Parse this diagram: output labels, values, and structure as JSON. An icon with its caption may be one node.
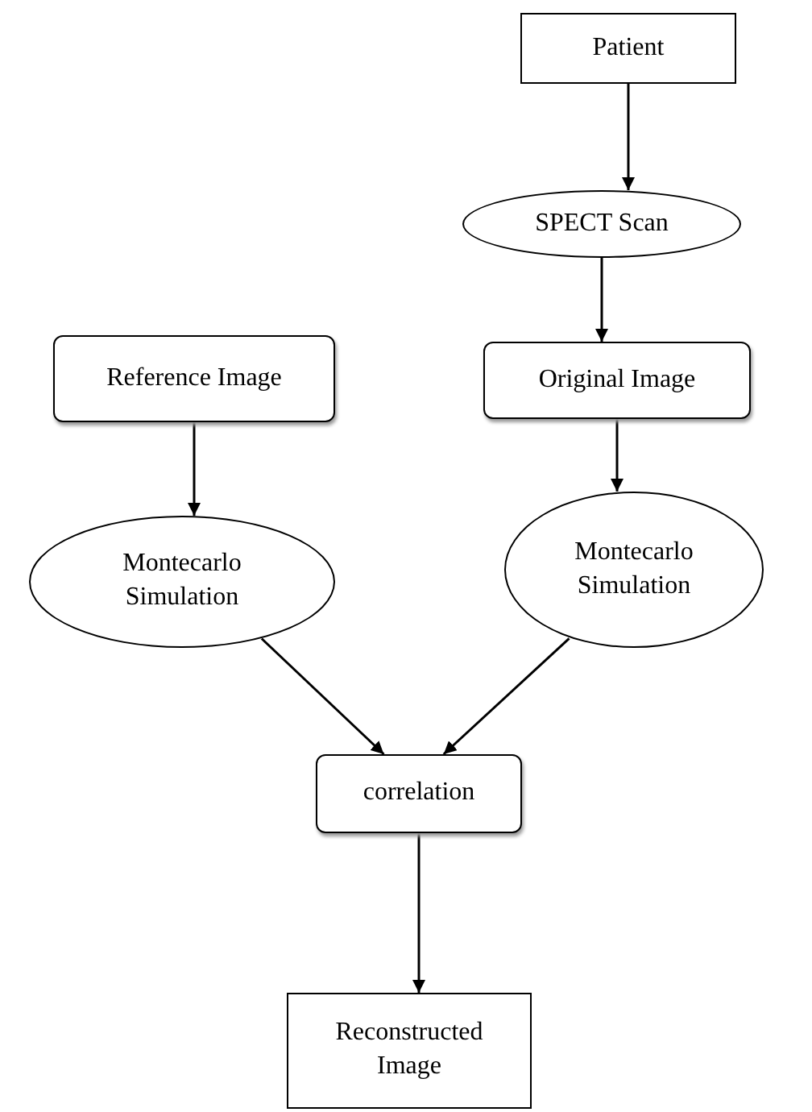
{
  "diagram": {
    "nodes": [
      {
        "text": [
          "Patient"
        ]
      },
      {
        "text": [
          "SPECT Scan"
        ]
      },
      {
        "text": [
          "Reference Image"
        ]
      },
      {
        "text": [
          "Original Image"
        ]
      },
      {
        "text": [
          "Montecarlo Simulation"
        ]
      },
      {
        "text": [
          "Montecarlo Simulation"
        ]
      },
      {
        "text": [
          "correlation"
        ]
      },
      {
        "text": [
          "Reconstructed Image"
        ]
      }
    ],
    "edges": [
      {
        "from": 0,
        "to": 1,
        "arrow": "to"
      },
      {
        "from": 1,
        "to": 3,
        "arrow": "to"
      },
      {
        "from": 2,
        "to": 4,
        "arrow": "to"
      },
      {
        "from": 3,
        "to": 5,
        "arrow": "to"
      },
      {
        "from": 4,
        "to": 6,
        "arrow": "to"
      },
      {
        "from": 5,
        "to": 6,
        "arrow": "to"
      },
      {
        "from": 6,
        "to": 7,
        "arrow": "to"
      }
    ]
  }
}
